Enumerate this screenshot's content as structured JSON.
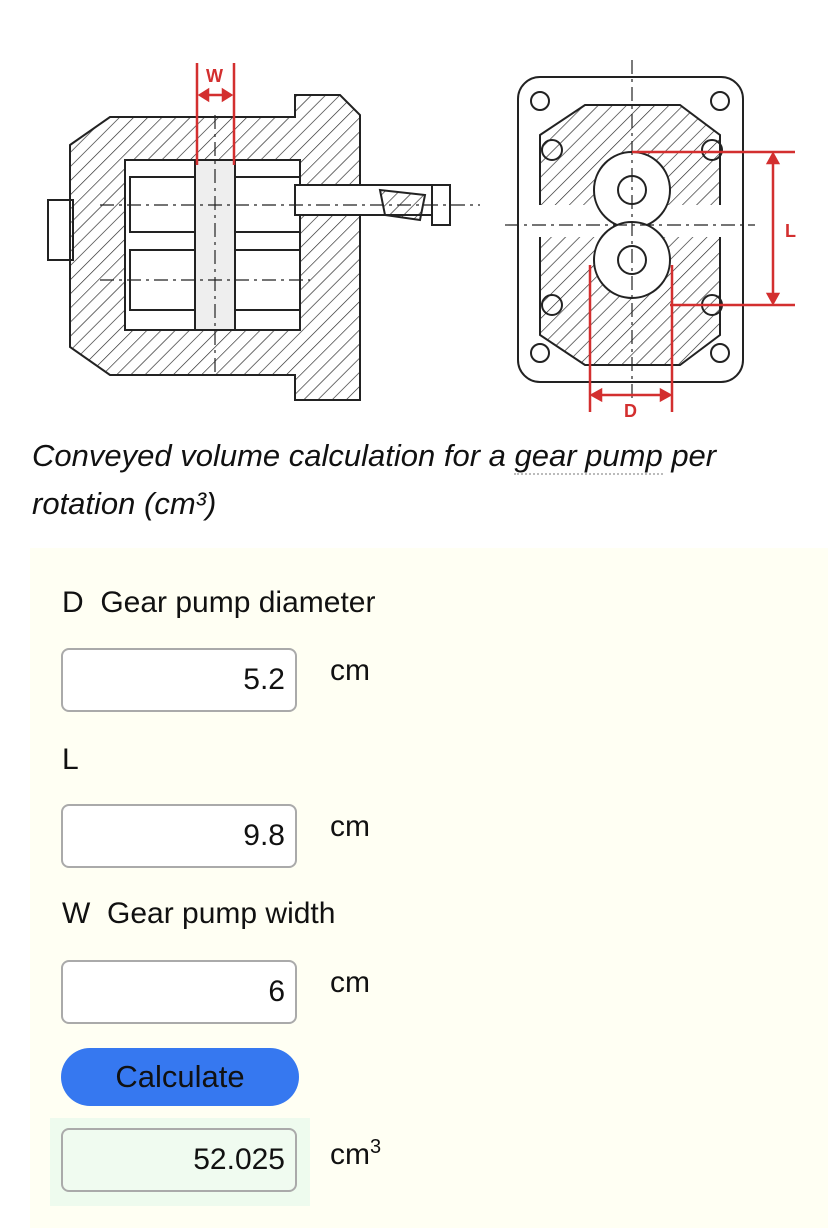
{
  "diagram": {
    "labels": {
      "w": "W",
      "l": "L",
      "d": "D"
    },
    "accent_color": "#d32f2f"
  },
  "title": {
    "pre": "Conveyed volume calculation for a ",
    "abbr": "gear pump",
    "post": " per rotation (cm³)"
  },
  "form": {
    "fields": [
      {
        "symbol": "D",
        "label": "Gear pump diameter",
        "value": "5.2",
        "unit": "cm"
      },
      {
        "symbol": "L",
        "label": "",
        "value": "9.8",
        "unit": "cm"
      },
      {
        "symbol": "W",
        "label": "Gear pump width",
        "value": "6",
        "unit": "cm"
      }
    ],
    "calculate_label": "Calculate",
    "result": {
      "value": "52.025",
      "unit": "cm",
      "unit_exp": "3"
    },
    "button_color": "#3678f0"
  }
}
